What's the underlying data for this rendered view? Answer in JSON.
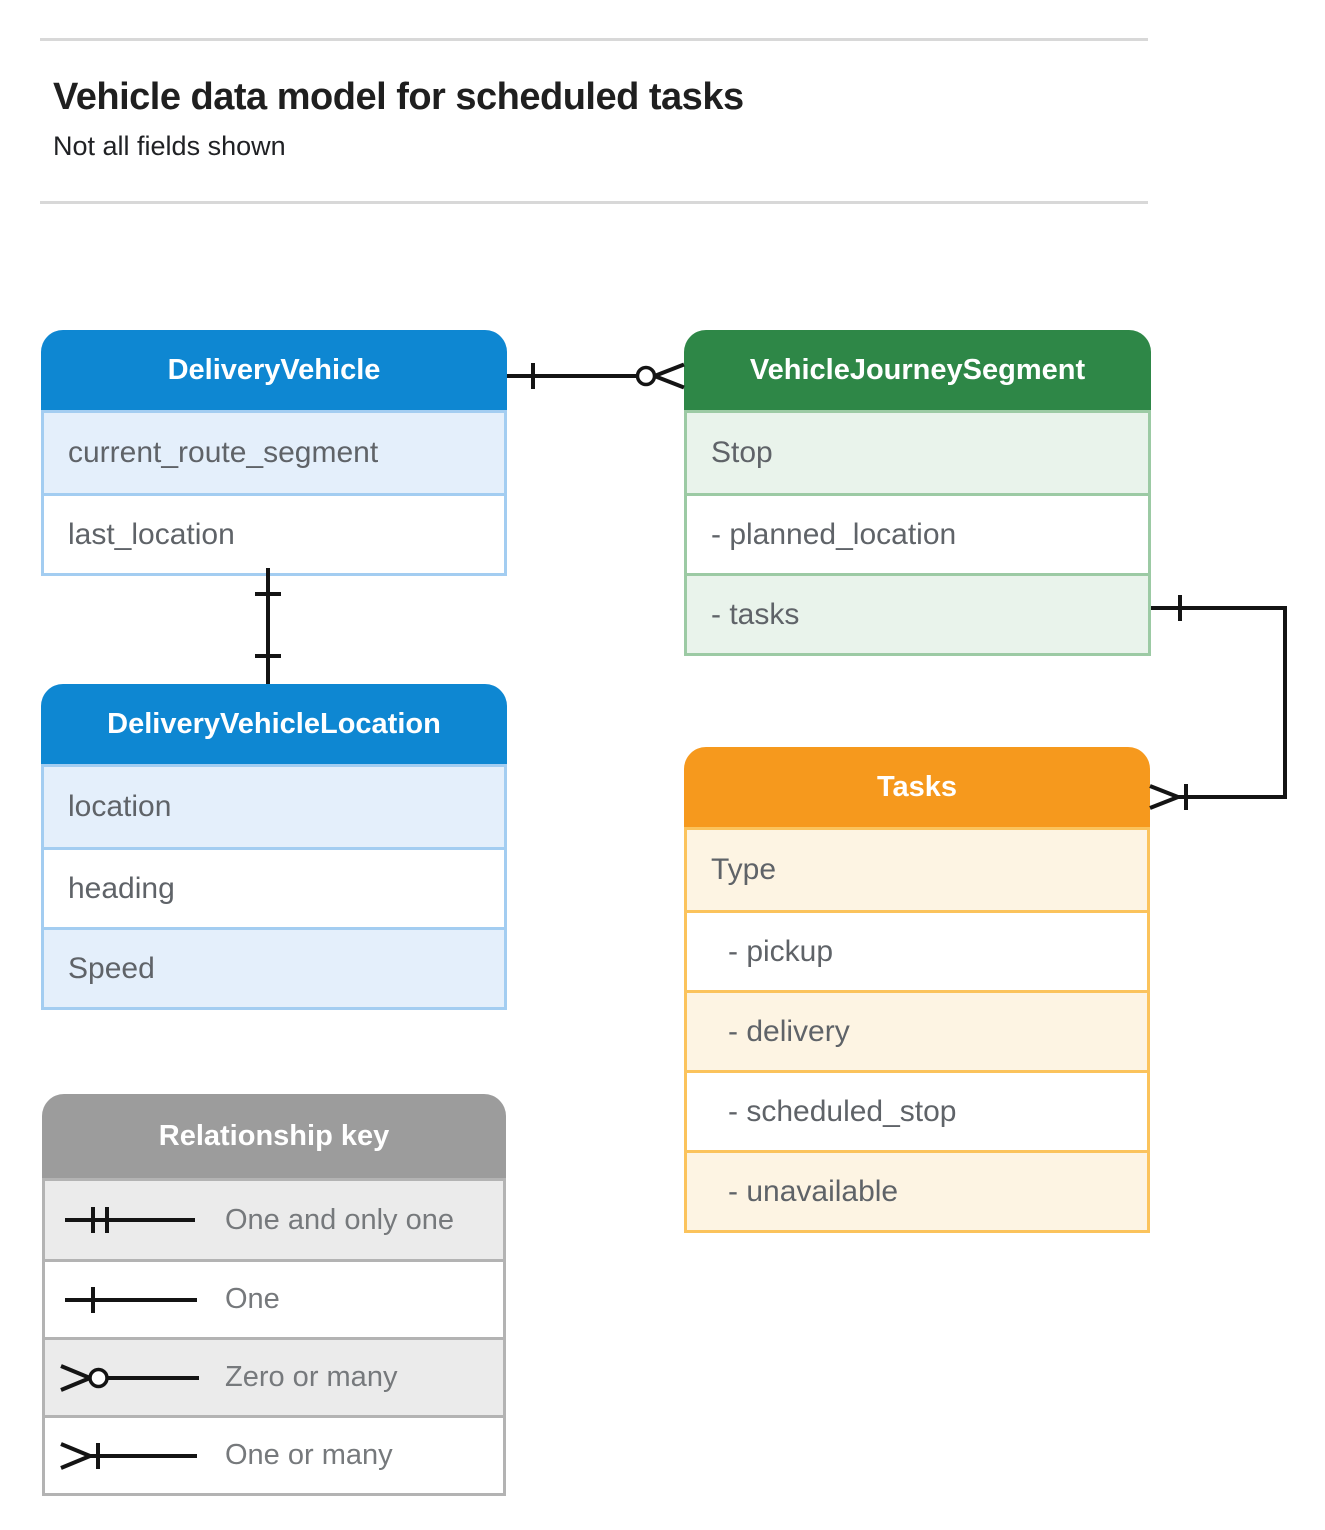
{
  "header": {
    "title": "Vehicle data model for scheduled tasks",
    "subtitle": "Not all fields shown"
  },
  "entities": {
    "delivery_vehicle": {
      "name": "DeliveryVehicle",
      "fields": [
        "current_route_segment",
        "last_location"
      ]
    },
    "vehicle_journey_segment": {
      "name": "VehicleJourneySegment",
      "fields": [
        "Stop",
        "- planned_location",
        "- tasks"
      ]
    },
    "delivery_vehicle_location": {
      "name": "DeliveryVehicleLocation",
      "fields": [
        "location",
        "heading",
        "Speed"
      ]
    },
    "tasks": {
      "name": "Tasks",
      "fields": [
        "Type",
        "- pickup",
        "- delivery",
        "- scheduled_stop",
        "- unavailable"
      ]
    }
  },
  "relationships": [
    {
      "from": "DeliveryVehicle",
      "to": "VehicleJourneySegment",
      "from_end": "one",
      "to_end": "zero-or-many"
    },
    {
      "from": "DeliveryVehicle",
      "to": "DeliveryVehicleLocation",
      "from_end": "one",
      "to_end": "one"
    },
    {
      "from": "VehicleJourneySegment.tasks",
      "to": "Tasks",
      "from_end": "one",
      "to_end": "one-or-many"
    }
  ],
  "legend": {
    "title": "Relationship key",
    "items": [
      {
        "symbol": "one-and-only-one",
        "label": "One and only one"
      },
      {
        "symbol": "one",
        "label": "One"
      },
      {
        "symbol": "zero-or-many",
        "label": "Zero or many"
      },
      {
        "symbol": "one-or-many",
        "label": "One or many"
      }
    ]
  },
  "colors": {
    "blue_header": "#0e87d2",
    "blue_tint": "#e4effb",
    "blue_border": "#a3cdf1",
    "green_header": "#2e8747",
    "green_tint": "#e9f3eb",
    "green_border": "#9ccaa4",
    "orange_header": "#f6991d",
    "orange_tint": "#fdf4e3",
    "orange_border": "#fbc35c",
    "gray_header": "#9c9c9c",
    "gray_tint": "#ebebeb",
    "gray_border": "#b3b3b3",
    "row_text": "#5f6368",
    "connector_line": "#141414"
  }
}
